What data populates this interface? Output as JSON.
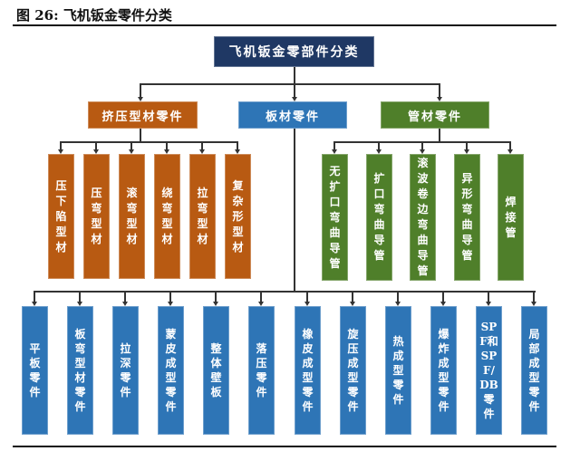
{
  "figure": {
    "title": "图 26: 飞机钣金零件分类"
  },
  "root": {
    "label": "飞机钣金零部件分类",
    "color": "#1f3864"
  },
  "categories": [
    {
      "label": "挤压型材零件",
      "color": "#b85a12",
      "children": [
        "压下陷型材",
        "压弯型材",
        "滚弯型材",
        "绕弯型材",
        "拉弯型材",
        "复杂形型材"
      ]
    },
    {
      "label": "板材零件",
      "color": "#2e75b6",
      "children": [
        "平板零件",
        "板弯型材零件",
        "拉深零件",
        "蒙皮成型零件",
        "整体壁板",
        "落压零件",
        "橡皮成型零件",
        "旋压成型零件",
        "热成型零件",
        "爆炸成型零件",
        "SPF和SPF/DB零件",
        "局部成型零件"
      ]
    },
    {
      "label": "管材零件",
      "color": "#4f7f2a",
      "children": [
        "无扩口弯曲导管",
        "扩口弯曲导管",
        "滚波卷边弯曲导管",
        "异形弯曲导管",
        "焊接管"
      ]
    }
  ]
}
